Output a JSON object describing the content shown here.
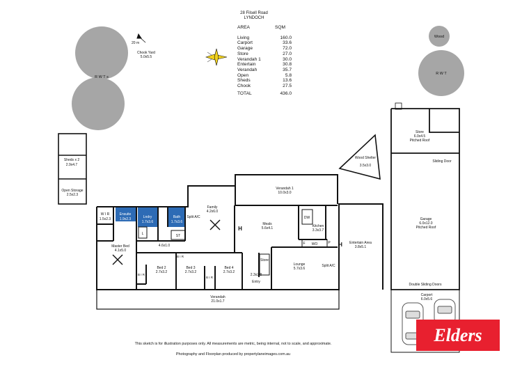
{
  "header": {
    "address": "28 Filsell Road",
    "suburb": "LYNDOCH"
  },
  "area_table": {
    "col_area": "AREA",
    "col_sqm": "SQM",
    "rows": [
      {
        "area": "Living",
        "sqm": "160.0"
      },
      {
        "area": "Carport",
        "sqm": "33.6"
      },
      {
        "area": "Garage",
        "sqm": "72.0"
      },
      {
        "area": "Store",
        "sqm": "27.0"
      },
      {
        "area": "Verandah 1",
        "sqm": "30.0"
      },
      {
        "area": "Entertain",
        "sqm": "30.8"
      },
      {
        "area": "Verandah",
        "sqm": "35.7"
      },
      {
        "area": "Open",
        "sqm": "5.8"
      },
      {
        "area": "Sheds",
        "sqm": "13.6"
      },
      {
        "area": "Chook",
        "sqm": "27.5"
      }
    ],
    "total_label": "TOTAL",
    "total_value": "436.0"
  },
  "site": {
    "scale_label": "20 m",
    "chook_yard": {
      "name": "Chook Yard",
      "dim": "5.0x5.5"
    },
    "rwts_label": "R W T s",
    "rwt_label": "R W T",
    "wood_label": "Wood",
    "sheds": {
      "name": "Sheds x 2",
      "dim": "2.9x4.7"
    },
    "open_storage": {
      "name": "Open Storage",
      "dim": "2.5x2.3"
    },
    "wood_shelter": {
      "name": "Wood Shelter",
      "dim": "3.5x3.0"
    }
  },
  "rooms": {
    "wir": {
      "name": "W I R",
      "dim": "1.5x2.3"
    },
    "ensuite": {
      "name": "Ensuite",
      "dim": "1.9x2.3"
    },
    "lndry": {
      "name": "Lndry",
      "dim": "1.7x3.6"
    },
    "bath": {
      "name": "Bath",
      "dim": "1.7x3.6"
    },
    "split_ac": "Split A/C",
    "family": {
      "name": "Family",
      "dim": "4.2x6.0"
    },
    "verandah1": {
      "name": "Verandah 1",
      "dim": "10.0x3.0"
    },
    "meals": {
      "name": "Meals",
      "dim": "5.6x4.1"
    },
    "kitchen": {
      "name": "Kitchen",
      "dim": "3.3x3.7"
    },
    "dw": "DW",
    "wo": "WO",
    "p": "P",
    "f": "F",
    "master_bed": {
      "name": "Master Bed",
      "dim": "4.1x5.0"
    },
    "l": "L",
    "st": "ST",
    "hall_dim": "4.6x1.0",
    "bed2": {
      "name": "Bed 2",
      "dim": "2.7x3.2"
    },
    "bed3": {
      "name": "Bed 3",
      "dim": "2.7x3.2"
    },
    "bed4": {
      "name": "Bed 4",
      "dim": "2.7x3.2"
    },
    "bir": "B I R",
    "store_small": "Store",
    "entry": {
      "name": "Entry",
      "dim": "2.3x2.8"
    },
    "lounge": {
      "name": "Lounge",
      "dim": "5.7x3.6"
    },
    "entertain": {
      "name": "Entertain Area",
      "dim": "3.8x5.1"
    },
    "verandah": {
      "name": "Verandah",
      "dim": "21.0x1.7"
    },
    "h": "H",
    "store": {
      "name": "Store",
      "dim": "6.0x4.5",
      "roof": "Pitched Roof"
    },
    "sliding_door": "Sliding Door",
    "garage": {
      "name": "Garage",
      "dim": "6.0x12.0",
      "roof": "Pitched Roof"
    },
    "double_sliding": "Double Sliding Doors",
    "carport": {
      "name": "Carport",
      "dim": "6.0x5.6"
    }
  },
  "footer": {
    "disclaimer": "This sketch is for illustration purposes only. All measurements are metric, being internal, not to scale, and approximate.",
    "credit": "Photography and Floorplan produced by propertylaneimages.com.au"
  },
  "logo": {
    "text": "Elders",
    "color": "#e8202f"
  },
  "colors": {
    "wet_area": "#2d6bb5",
    "tree": "#a6a6a6",
    "wall": "#111111"
  }
}
